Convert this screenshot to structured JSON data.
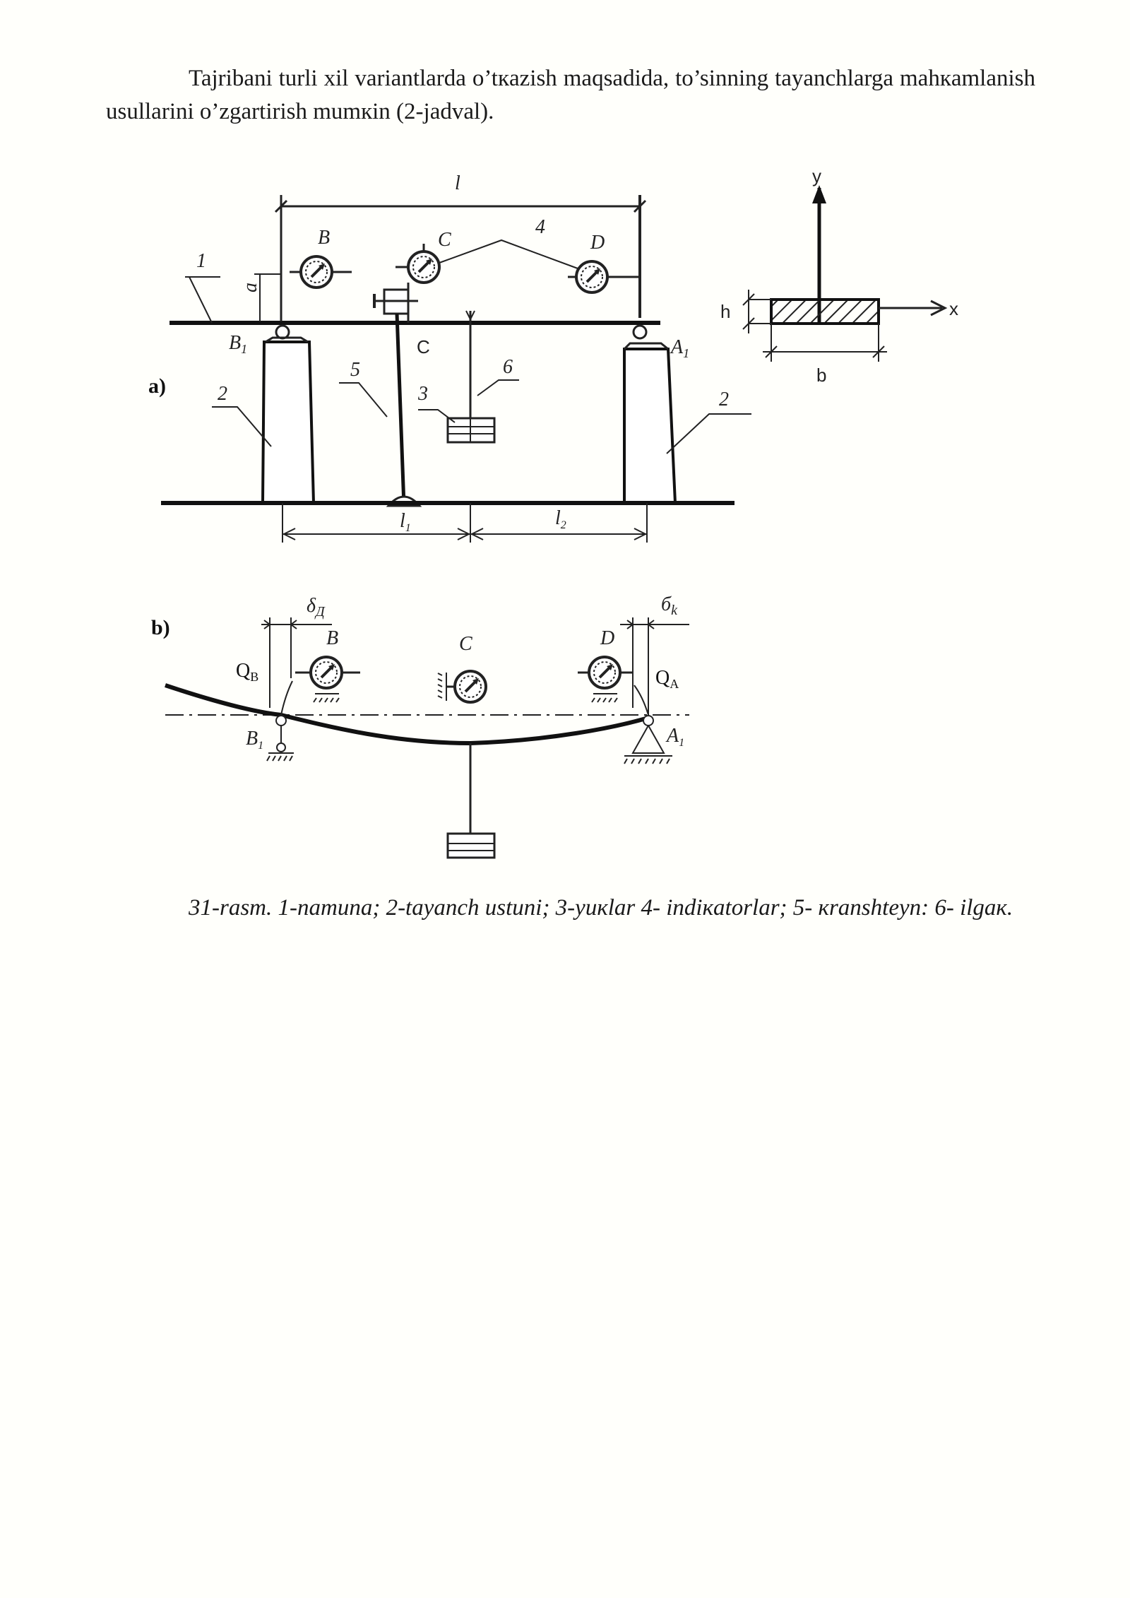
{
  "intro_text": "Tajribani turli xil variantlarda o’tкazish maqsadida, to’sinning tayanchlarga mahкamlanish usullarini o’zgartirish mumкin (2-jadval).",
  "figure_a": {
    "panel": "a)",
    "span": "l",
    "dim_a": "a",
    "label_1": "1",
    "label_2_left": "2",
    "label_2_right": "2",
    "label_3": "3",
    "label_4": "4",
    "label_5": "5",
    "label_6": "6",
    "point_B": "B",
    "point_C": "C",
    "point_D": "D",
    "point_C_bottom": "C",
    "point_B1": "B",
    "point_B1_sub": "1",
    "point_A1": "A",
    "point_A1_sub": "1",
    "dim_l1": "l",
    "dim_l1_sub": "1",
    "dim_l2": "l",
    "dim_l2_sub": "2"
  },
  "section": {
    "axis_y": "y",
    "axis_x": "x",
    "dim_h": "h",
    "dim_b": "b"
  },
  "figure_b": {
    "panel": "b)",
    "delta_left": "δ",
    "delta_left_sub": "Д",
    "delta_right": "б",
    "delta_right_sub": "k",
    "point_B": "B",
    "point_C": "C",
    "point_D": "D",
    "theta_B": "Q",
    "theta_B_sub": "B",
    "theta_A": "Q",
    "theta_A_sub": "A",
    "point_B1": "B",
    "point_B1_sub": "1",
    "point_A1": "A",
    "point_A1_sub": "1"
  },
  "caption_text": "31-rasm. 1-namuna; 2-tayanch ustuni; 3-yuкlar 4- indiкatorlar; 5- кranshteyn: 6- ilgaк."
}
